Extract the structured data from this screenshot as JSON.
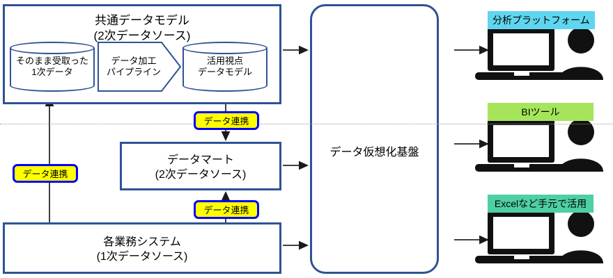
{
  "diagram": {
    "title_internal": "data-virtualization-architecture",
    "colors": {
      "box_border": "#2E5395",
      "badge_fill": "#FFFF00",
      "badge_border": "#0000FF",
      "analytics_tag": "#5FD5EF",
      "bi_tag": "#A6E55B",
      "excel_tag": "#4ECFA5",
      "connector": "#404040",
      "divider": "#9a9a9a"
    },
    "common_model": {
      "title": "共通データモデル\n(2次データソース)",
      "raw_cylinder": "そのまま受取った\n1次データ",
      "pipeline": "データ加工\nパイプライン",
      "model_cylinder": "活用視点\nデータモデル"
    },
    "data_mart": {
      "title": "データマート\n(2次データソース)"
    },
    "business_systems": {
      "title": "各業務システム\n(1次データソース)"
    },
    "virtualization": {
      "label": "データ仮想化基盤"
    },
    "link_badges": {
      "top": "データ連携",
      "left": "データ連携",
      "middle": "データ連携"
    },
    "consumers": [
      {
        "tag": "分析プラットフォーム",
        "icon": "laptop-person-icon"
      },
      {
        "tag": "BIツール",
        "icon": "laptop-person-icon"
      },
      {
        "tag": "Excelなど手元で活用",
        "icon": "laptop-person-icon"
      }
    ]
  }
}
